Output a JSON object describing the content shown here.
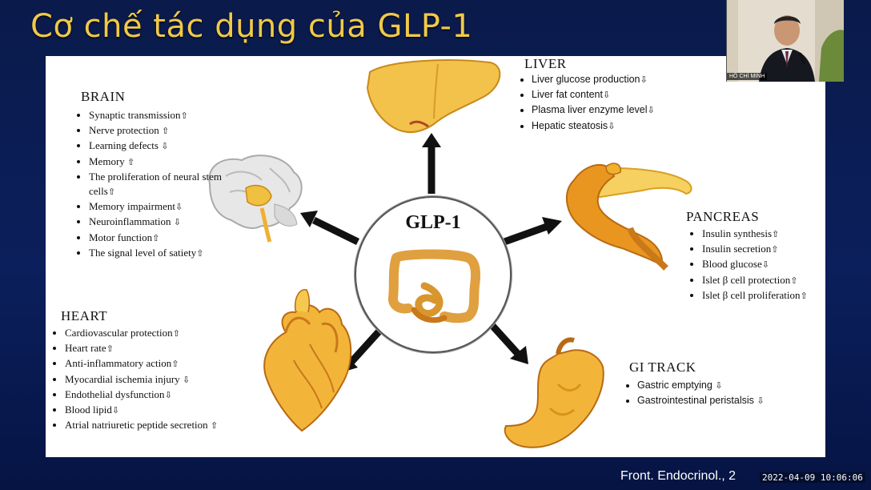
{
  "slide_title": "Cơ chế tác dụng của GLP-1",
  "center_label": "GLP-1",
  "citation": "Front. Endocrinol., 2",
  "timestamp": "2022-04-09 10:06:06",
  "webcam": {
    "label": "HỒ CHÍ MINH"
  },
  "up_arrow": "⇧",
  "down_arrow": "⇩",
  "organs": {
    "liver": {
      "title": "LIVER",
      "items": [
        "Liver glucose production",
        "Liver fat content",
        "Plasma liver enzyme level",
        "Hepatic steatosis"
      ],
      "dirs": [
        "down",
        "down",
        "down",
        "down"
      ]
    },
    "brain": {
      "title": "BRAIN",
      "items": [
        "Synaptic transmission",
        "Nerve protection ",
        "Learning defects ",
        "Memory ",
        "The proliferation of neural stem cells",
        "Memory impairment",
        "Neuroinflammation ",
        "Motor function",
        "The signal level of satiety"
      ],
      "dirs": [
        "up",
        "up",
        "down",
        "up",
        "up",
        "down",
        "down",
        "up",
        "up"
      ]
    },
    "pancreas": {
      "title": "PANCREAS",
      "items": [
        "Insulin synthesis",
        "Insulin secretion",
        "Blood glucose",
        "Islet β cell protection",
        "Islet β cell proliferation"
      ],
      "dirs": [
        "up",
        "up",
        "down",
        "up",
        "up"
      ]
    },
    "heart": {
      "title": "HEART",
      "items": [
        "Cardiovascular protection",
        "Heart rate",
        "Anti-inflammatory action",
        "Myocardial ischemia injury ",
        "Endothelial dysfunction",
        "Blood lipid",
        "Atrial natriuretic peptide secretion "
      ],
      "dirs": [
        "up",
        "up",
        "up",
        "down",
        "down",
        "down",
        "up"
      ]
    },
    "gi": {
      "title": "GI TRACK",
      "items": [
        "Gastric emptying ",
        "Gastrointestinal peristalsis "
      ],
      "dirs": [
        "down",
        "down"
      ]
    }
  },
  "colors": {
    "title": "#f0c94a",
    "organ_fill": "#f2b53a",
    "organ_dark": "#c9781a",
    "arrow": "#111111"
  }
}
